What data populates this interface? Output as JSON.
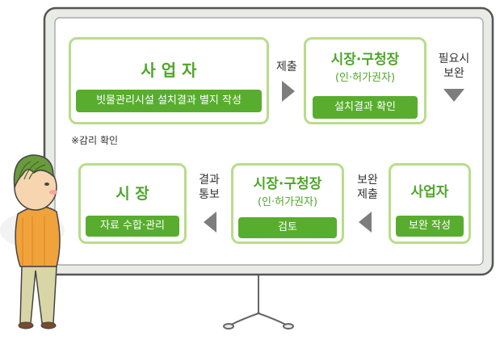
{
  "steps": {
    "s1": {
      "title": "사 업 자",
      "action": "빗물관리시설 설치결과 별지 작성"
    },
    "s2": {
      "title": "시장·구청장",
      "subtitle": "(인·허가권자)",
      "action": "설치결과 확인"
    },
    "s3": {
      "title": "사업자",
      "action": "보완 작성"
    },
    "s4": {
      "title": "시장·구청장",
      "subtitle": "(인·허가권자)",
      "action": "검토"
    },
    "s5": {
      "title": "시 장",
      "action": "자료 수합·관리"
    }
  },
  "labels": {
    "submit": "제출",
    "supplement_line1": "필요시",
    "supplement_line2": "보완",
    "supplement_submit_line1": "보완",
    "supplement_submit_line2": "제출",
    "result_line1": "결과",
    "result_line2": "통보"
  },
  "note": "※감리 확인",
  "colors": {
    "accent": "#58ad2e",
    "border": "#b9dc8a",
    "board": "#e9ebe6"
  }
}
